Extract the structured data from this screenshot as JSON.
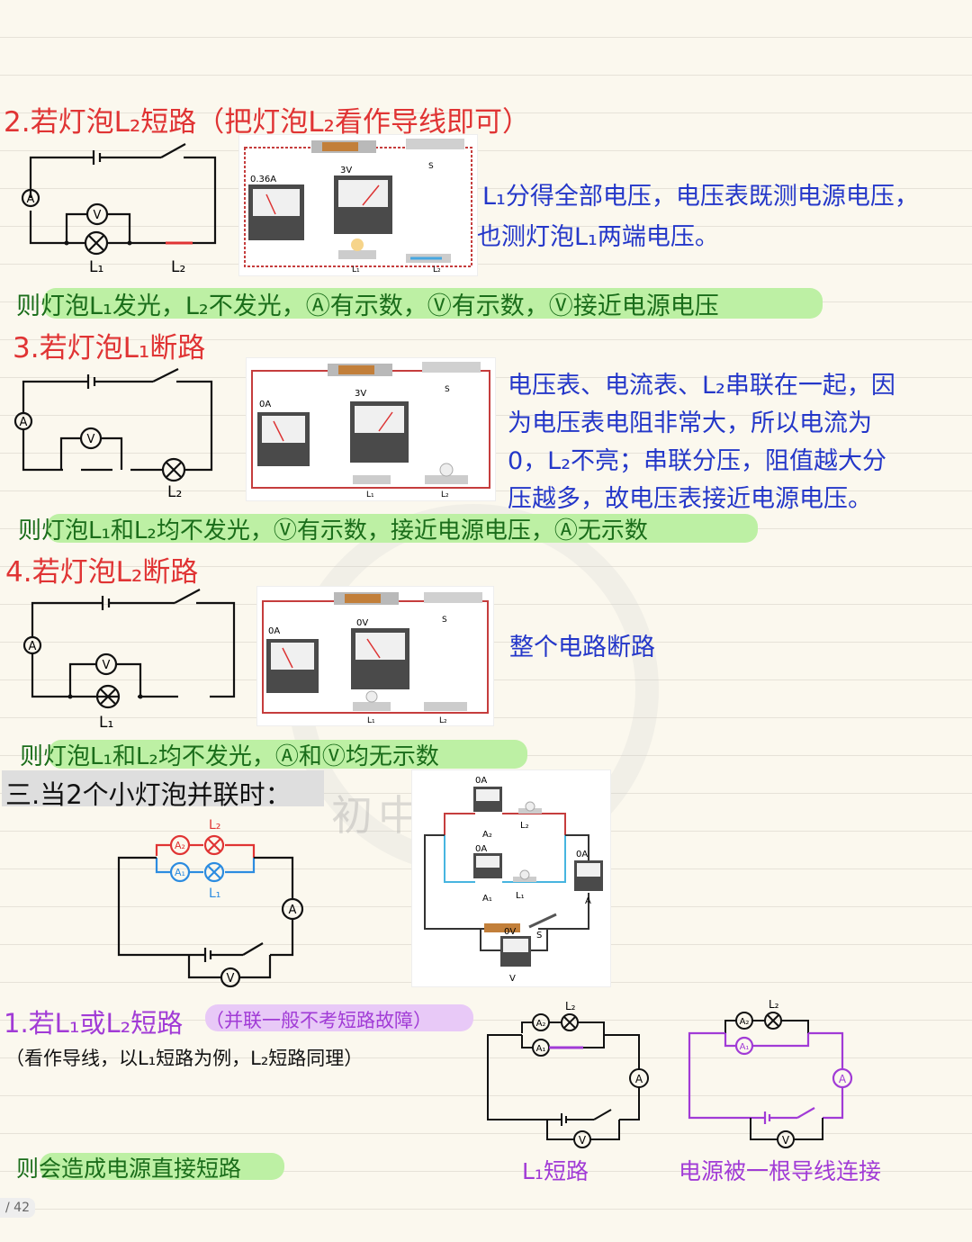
{
  "section2": {
    "heading": "2.若灯泡L₂短路（把灯泡L₂看作导线即可）",
    "explanation_line1": "L₁分得全部电压，电压表既测电源电压，",
    "explanation_line2": "也测灯泡L₁两端电压。",
    "conclusion": "则灯泡L₁发光，L₂不发光，Ⓐ有示数，Ⓥ有示数，Ⓥ接近电源电压",
    "diagram_labels": {
      "lamp1": "L₁",
      "lamp2": "L₂",
      "ammeter": "A",
      "voltmeter": "V"
    },
    "photo_labels": {
      "ammeter": "0.36A",
      "voltmeter": "3V",
      "switch": "S",
      "lamp1": "L₁",
      "lamp2": "L₂"
    }
  },
  "section3": {
    "heading": "3.若灯泡L₁断路",
    "explanation_line1": "电压表、电流表、L₂串联在一起，因",
    "explanation_line2": "为电压表电阻非常大，所以电流为",
    "explanation_line3": "0，L₂不亮；串联分压，阻值越大分",
    "explanation_line4": "压越多，故电压表接近电源电压。",
    "conclusion": "则灯泡L₁和L₂均不发光，Ⓥ有示数，接近电源电压，Ⓐ无示数",
    "diagram_labels": {
      "lamp2": "L₂",
      "ammeter": "A",
      "voltmeter": "V"
    },
    "photo_labels": {
      "ammeter": "0A",
      "voltmeter": "3V",
      "switch": "S",
      "lamp1": "L₁",
      "lamp2": "L₂"
    }
  },
  "section4": {
    "heading": "4.若灯泡L₂断路",
    "explanation_line1": "整个电路断路",
    "conclusion": "则灯泡L₁和L₂均不发光，Ⓐ和Ⓥ均无示数",
    "diagram_labels": {
      "lamp1": "L₁",
      "ammeter": "A",
      "voltmeter": "V"
    },
    "photo_labels": {
      "ammeter": "0A",
      "voltmeter": "0V",
      "switch": "S",
      "lamp1": "L₁",
      "lamp2": "L₂"
    }
  },
  "parallel": {
    "heading": "三.当2个小灯泡并联时：",
    "diagram_labels": {
      "lamp2": "L₂",
      "lamp1": "L₁",
      "a2": "A₂",
      "a1": "A₁",
      "ammeter": "A",
      "voltmeter": "V"
    },
    "photo_labels": {
      "a2_reading": "0A",
      "a2": "A₂",
      "lamp2": "L₂",
      "a1_reading": "0A",
      "a1": "A₁",
      "lamp1": "L₁",
      "a_reading": "0A",
      "a": "A",
      "v_reading": "0V",
      "switch": "S",
      "v": "V"
    }
  },
  "section_short": {
    "heading": "1.若L₁或L₂短路",
    "note": "（并联一般不考短路故障）",
    "subnote": "（看作导线，以L₁短路为例，L₂短路同理）",
    "conclusion": "则会造成电源直接短路",
    "caption1": "L₁短路",
    "caption2": "电源被一根导线连接",
    "diagram_labels": {
      "lamp2": "L₂",
      "a2": "A₂",
      "a1": "A₁",
      "ammeter": "A",
      "voltmeter": "V"
    }
  },
  "watermark": "初中",
  "page_number": "/ 42",
  "colors": {
    "red": "#e03434",
    "blue": "#2437c9",
    "purple": "#a13bd6",
    "green_highlight": "#bdf0a4",
    "purple_highlight": "#e8c9f7"
  }
}
